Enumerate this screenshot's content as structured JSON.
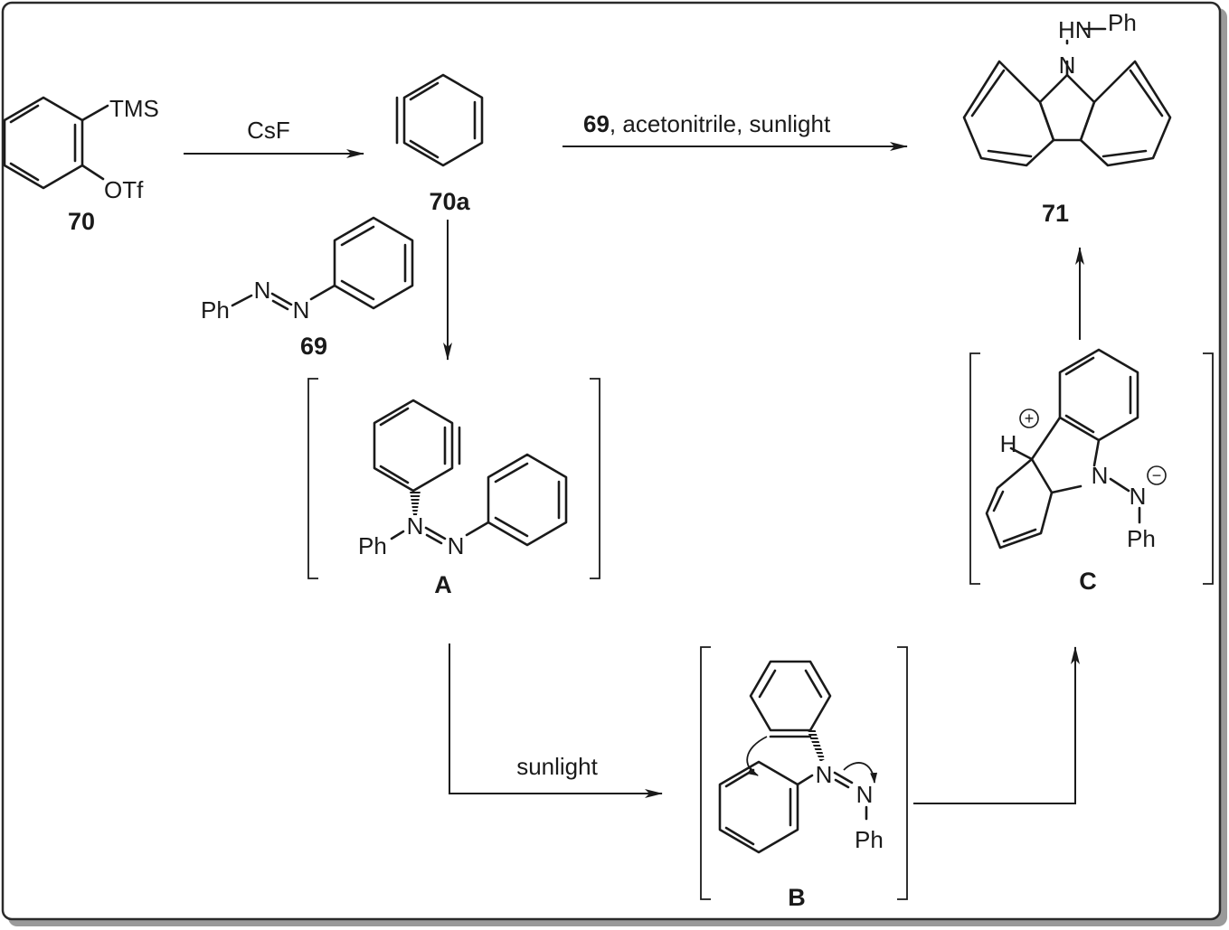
{
  "reagents": {
    "step1": "CsF",
    "step2_compound": "69",
    "step2_rest": ", acetonitrile, sunlight",
    "step3": "sunlight"
  },
  "compounds": {
    "c70": {
      "id": "70",
      "substituent_top": "TMS",
      "substituent_bottom": "OTf"
    },
    "c70a": {
      "id": "70a"
    },
    "c69": {
      "id": "69",
      "ph": "Ph",
      "n1": "N",
      "n2": "N"
    },
    "c71": {
      "id": "71",
      "nh_label": "HN",
      "ph": "Ph",
      "n": "N"
    },
    "intA": {
      "id": "A",
      "ph": "Ph",
      "n1": "N",
      "n2": "N"
    },
    "intB": {
      "id": "B",
      "n1": "N",
      "n2": "N",
      "ph": "Ph"
    },
    "intC": {
      "id": "C",
      "h": "H",
      "plus": "+",
      "n1": "N",
      "n2": "N",
      "minus": "−",
      "ph": "Ph"
    }
  },
  "colors": {
    "ink": "#1a1a1a",
    "frame": "#2a2a2a",
    "shadow": "#9a9a9a"
  }
}
